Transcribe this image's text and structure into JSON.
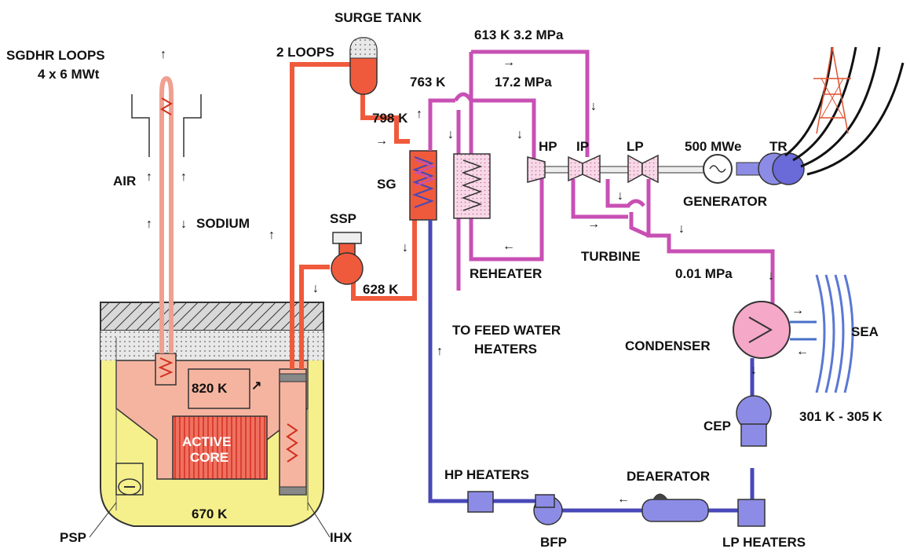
{
  "labels": {
    "sgdhr_loops": "SGDHR LOOPS",
    "sgdhr_power": "4 x 6 MWt",
    "air": "AIR",
    "sodium": "SODIUM",
    "surge_tank": "SURGE TANK",
    "two_loops": "2 LOOPS",
    "t798": "798 K",
    "t763": "763 K",
    "t613": "613 K 3.2 MPa",
    "p172": "17.2 MPa",
    "sg": "SG",
    "ssp": "SSP",
    "t628": "628 K",
    "hp": "HP",
    "ip": "IP",
    "lp": "LP",
    "mwe": "500 MWe",
    "tr": "TR",
    "generator": "GENERATOR",
    "turbine": "TURBINE",
    "reheater": "REHEATER",
    "p001": "0.01 MPa",
    "feed1": "TO FEED WATER",
    "feed2": "HEATERS",
    "condenser": "CONDENSER",
    "sea": "SEA",
    "sea_temp": "301 K - 305 K",
    "cep": "CEP",
    "deaerator": "DEAERATOR",
    "hp_heaters": "HP HEATERS",
    "lp_heaters": "LP HEATERS",
    "bfp": "BFP",
    "t820": "820 K",
    "active1": "ACTIVE",
    "active2": "CORE",
    "t670": "670 K",
    "psp": "PSP",
    "ihx": "IHX"
  },
  "colors": {
    "primary_sodium": "#f0a090",
    "secondary_sodium": "#f05a3c",
    "steam": "#c850b4",
    "feedwater": "#4848b8",
    "pool_hot": "#f5b4a0",
    "pool_cold": "#f5f08c",
    "component_blue": "#8c8ce6",
    "sea": "#5a78d2",
    "grid_tower": "#e05030"
  }
}
